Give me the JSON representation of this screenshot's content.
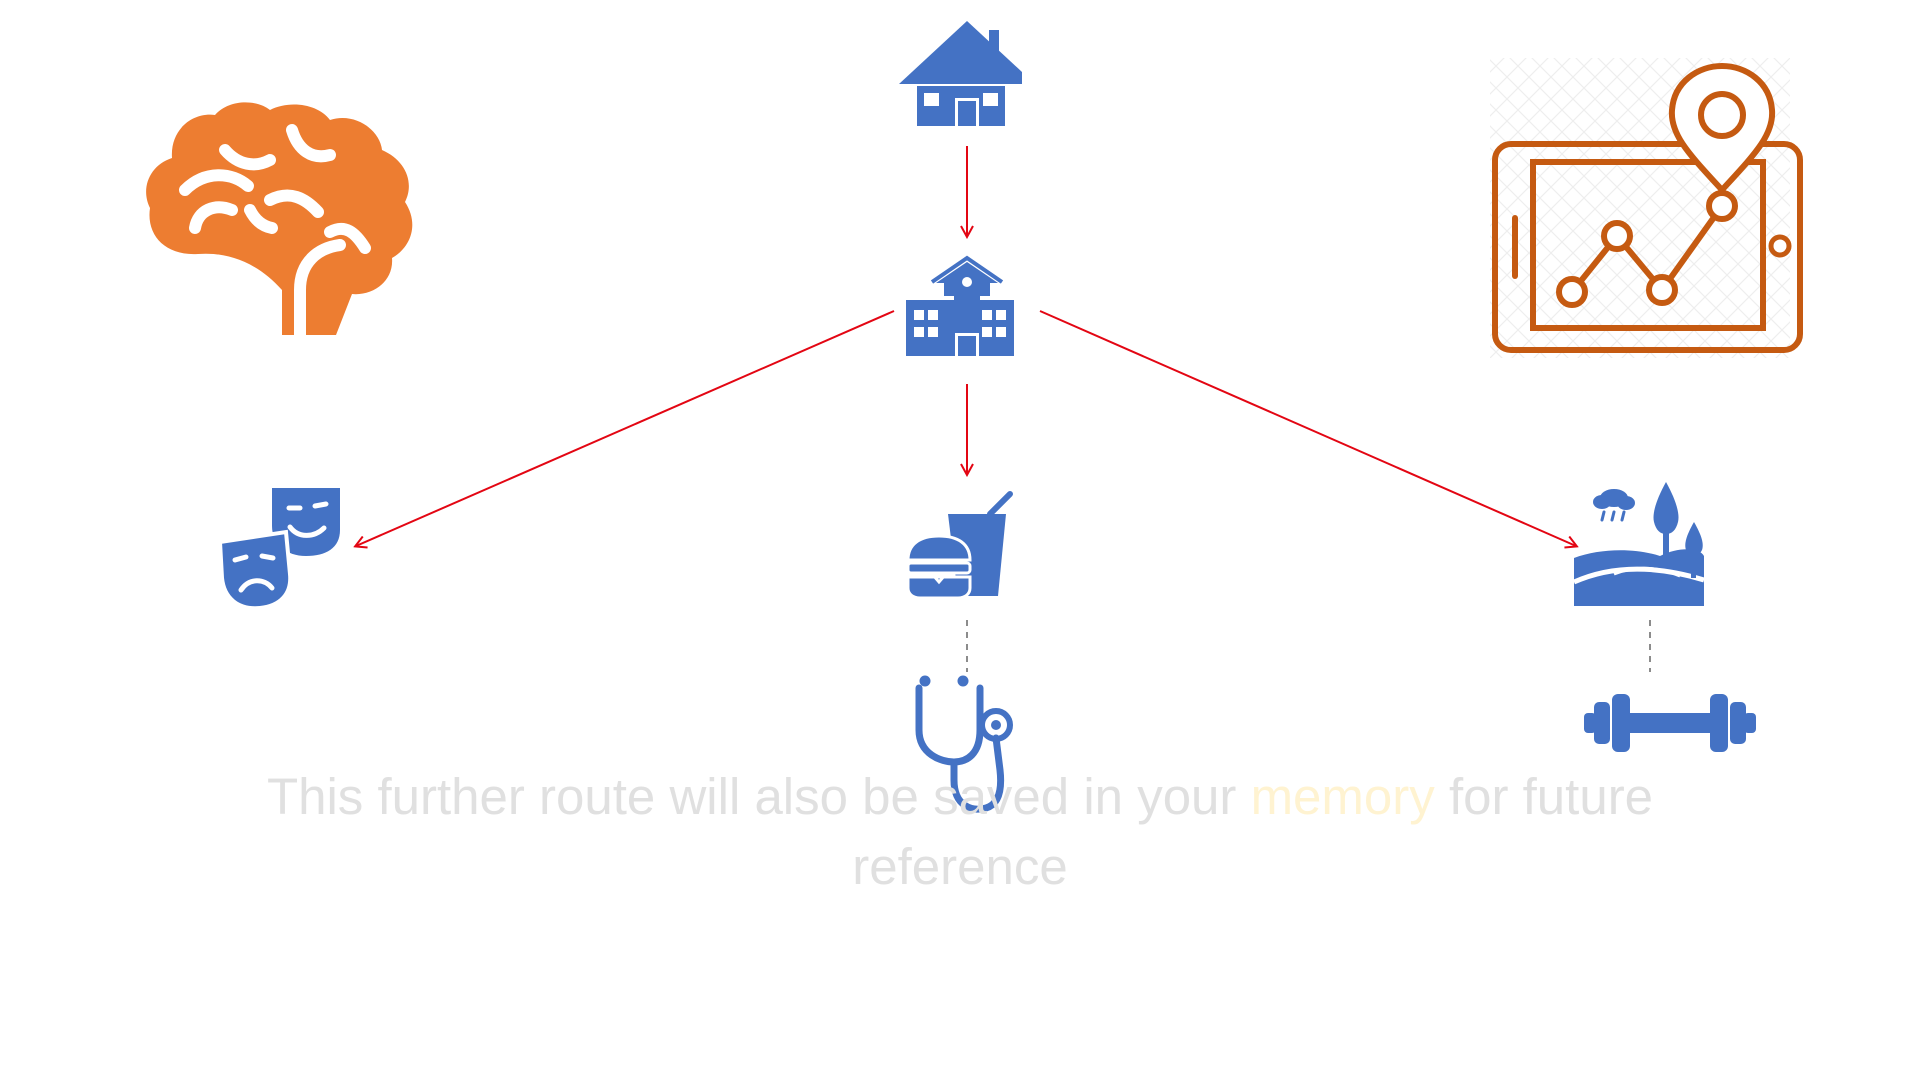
{
  "caption": {
    "before": "This further route will also be saved in your",
    "highlight": "memory",
    "after": "for future reference"
  },
  "colors": {
    "icon_blue": "#4472c4",
    "icon_orange": "#ed7d31",
    "map_orange": "#c55a11",
    "arrow_red": "#e30613",
    "dashed_gray": "#8c8c8c",
    "caption_text": "#e0e0e0",
    "caption_highlight": "#fff3d1"
  },
  "icons": [
    "brain-icon",
    "house-icon",
    "school-icon",
    "map-tablet-icon",
    "theater-masks-icon",
    "fast-food-icon",
    "park-icon",
    "stethoscope-icon",
    "dumbbell-icon"
  ],
  "edges": [
    {
      "from": "house",
      "to": "school",
      "style": "arrow"
    },
    {
      "from": "school",
      "to": "theater",
      "style": "arrow"
    },
    {
      "from": "school",
      "to": "fast-food",
      "style": "arrow"
    },
    {
      "from": "school",
      "to": "park",
      "style": "arrow"
    },
    {
      "from": "fast-food",
      "to": "doctor",
      "style": "dashed"
    },
    {
      "from": "park",
      "to": "gym",
      "style": "dashed"
    }
  ]
}
